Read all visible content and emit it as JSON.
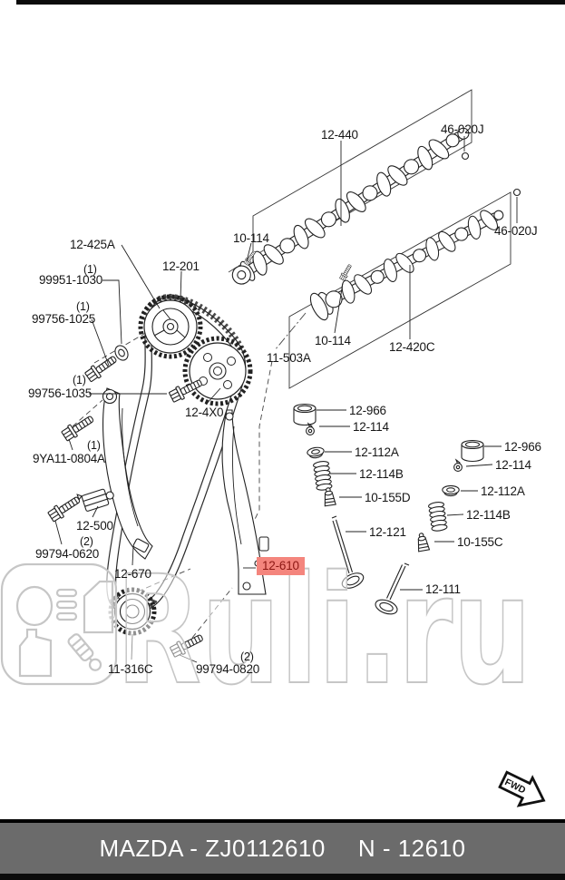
{
  "watermark": {
    "text": "Ruli.ru"
  },
  "footer": {
    "brand": "MAZDA - ZJ0112610",
    "number": "N - 12610"
  },
  "fwd": {
    "label": "FWD"
  },
  "highlight": {
    "bg": "#F4857D",
    "text_color": "#8C1713",
    "part": "12-610"
  },
  "labels": [
    {
      "text": "12-440"
    },
    {
      "text": "46-020J"
    },
    {
      "text": "46-020J"
    },
    {
      "text": "10-114"
    },
    {
      "text": "12-425A"
    },
    {
      "text": "12-201"
    },
    {
      "text": "(1)"
    },
    {
      "text": "99951-1030"
    },
    {
      "text": "(1)"
    },
    {
      "text": "99756-1025"
    },
    {
      "text": "10-114"
    },
    {
      "text": "12-420C"
    },
    {
      "text": "11-503A"
    },
    {
      "text": "(1)"
    },
    {
      "text": "99756-1035"
    },
    {
      "text": "12-4X0"
    },
    {
      "text": "12-966"
    },
    {
      "text": "12-114"
    },
    {
      "text": "(1)"
    },
    {
      "text": "9YA11-0804A"
    },
    {
      "text": "12-112A"
    },
    {
      "text": "12-114B"
    },
    {
      "text": "12-966"
    },
    {
      "text": "12-114"
    },
    {
      "text": "10-155D"
    },
    {
      "text": "12-112A"
    },
    {
      "text": "12-500"
    },
    {
      "text": "12-114B"
    },
    {
      "text": "(2)"
    },
    {
      "text": "99794-0620"
    },
    {
      "text": "12-121"
    },
    {
      "text": "10-155C"
    },
    {
      "text": "12-670"
    },
    {
      "text": "12-610"
    },
    {
      "text": "12-111"
    },
    {
      "text": "11-316C"
    },
    {
      "text": "(2)"
    },
    {
      "text": "99794-0820"
    }
  ]
}
